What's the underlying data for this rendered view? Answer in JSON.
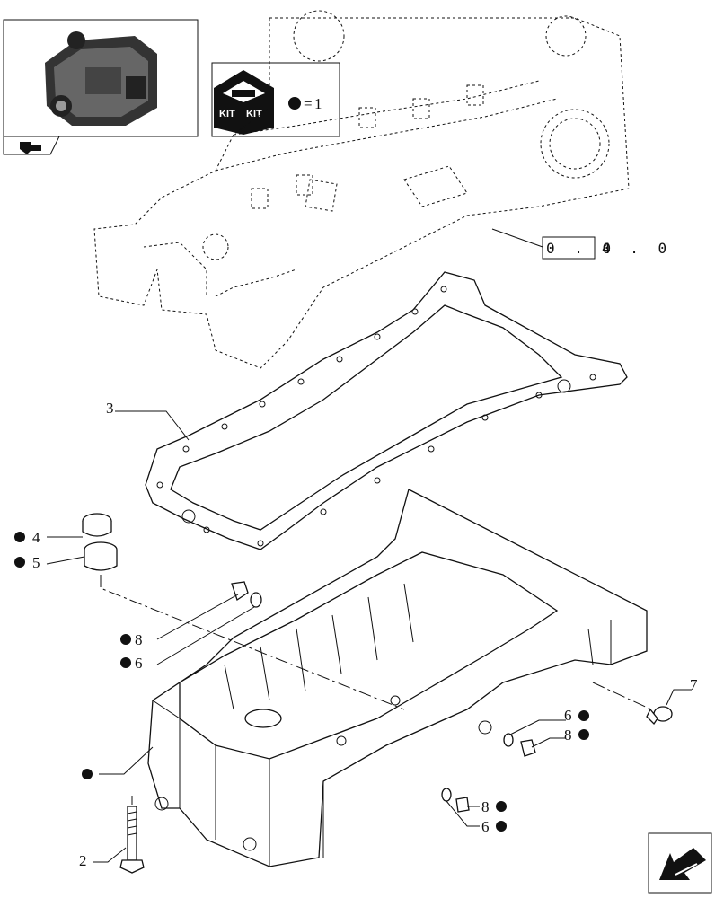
{
  "kit_legend": {
    "icon_text_1": "KIT",
    "icon_text_2": "KIT",
    "equals": "=",
    "count": "1"
  },
  "reference": {
    "boxed": "0 . 0",
    "rest": "4 . 0"
  },
  "callouts": [
    {
      "id": "c3",
      "label": "3"
    },
    {
      "id": "c4",
      "label": "4"
    },
    {
      "id": "c5",
      "label": "5"
    },
    {
      "id": "c8a",
      "label": "8"
    },
    {
      "id": "c6a",
      "label": "6"
    },
    {
      "id": "c7",
      "label": "7"
    },
    {
      "id": "c6b",
      "label": "6"
    },
    {
      "id": "c8b",
      "label": "8"
    },
    {
      "id": "c8c",
      "label": "8"
    },
    {
      "id": "c6c",
      "label": "6"
    },
    {
      "id": "c2",
      "label": "2"
    }
  ],
  "icons": [
    "engine-thumbnail",
    "kit-icon",
    "kit-bullet-icon",
    "nav-arrow-icon",
    "bullet-icon"
  ]
}
